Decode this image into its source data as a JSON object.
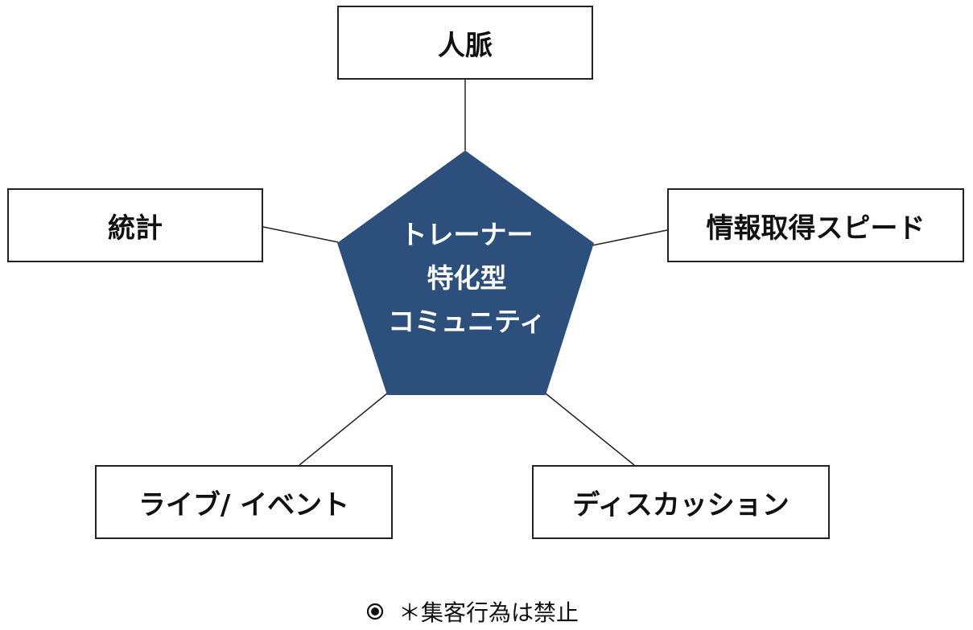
{
  "center": {
    "lines": [
      "トレーナー",
      "特化型",
      "コミュニティ"
    ],
    "color": "#2c4f7c"
  },
  "nodes": {
    "top": "人脈",
    "left": "統計",
    "right": "情報取得スピード",
    "bottom_left": "ライブ/ イベント",
    "bottom_right": "ディスカッション"
  },
  "footnote": {
    "icon": "bullseye-icon",
    "text": "＊集客行為は禁止"
  }
}
